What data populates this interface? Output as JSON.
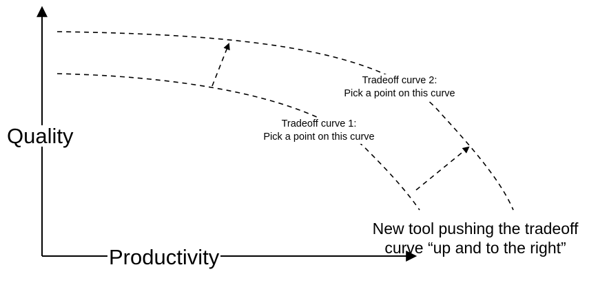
{
  "axes": {
    "y_label": "Quality",
    "x_label": "Productivity"
  },
  "curves": [
    {
      "lines": [
        "Tradeoff curve 1:",
        "Pick a point on this curve"
      ]
    },
    {
      "lines": [
        "Tradeoff curve 2:",
        "Pick a point on this curve"
      ]
    }
  ],
  "annotation": {
    "lines": [
      "New tool pushing the tradeoff",
      "curve “up and to the right”"
    ]
  },
  "colors": {
    "stroke": "#000000",
    "background": "#ffffff"
  }
}
